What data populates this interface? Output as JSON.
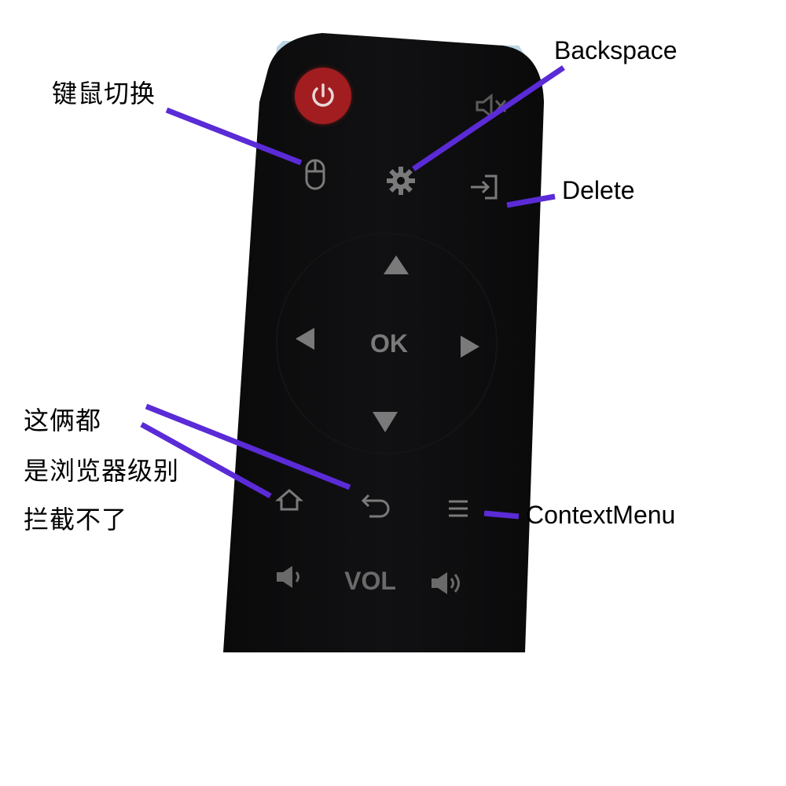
{
  "annotations": {
    "mouse_toggle": "键鼠切换",
    "backspace": "Backspace",
    "delete": "Delete",
    "context_menu": "ContextMenu",
    "browser_note_line1": "这俩都",
    "browser_note_line2": "是浏览器级别",
    "browser_note_line3": "拦截不了"
  },
  "remote": {
    "ok_label": "OK",
    "vol_label": "VOL",
    "buttons": {
      "power": "power-icon",
      "mute": "mute-icon",
      "mouse": "mouse-icon",
      "settings": "gear-icon",
      "input": "input-source-icon",
      "up": "arrow-up-icon",
      "down": "arrow-down-icon",
      "left": "arrow-left-icon",
      "right": "arrow-right-icon",
      "home": "home-icon",
      "back": "back-icon",
      "menu": "menu-icon",
      "vol_down": "volume-down-icon",
      "vol_up": "volume-up-icon"
    }
  },
  "colors": {
    "remote_body": "#0b0b0c",
    "power_button": "#a11d20",
    "pointer_lines": "#5a2bd6",
    "button_glyphs": "#6e6e6e"
  }
}
